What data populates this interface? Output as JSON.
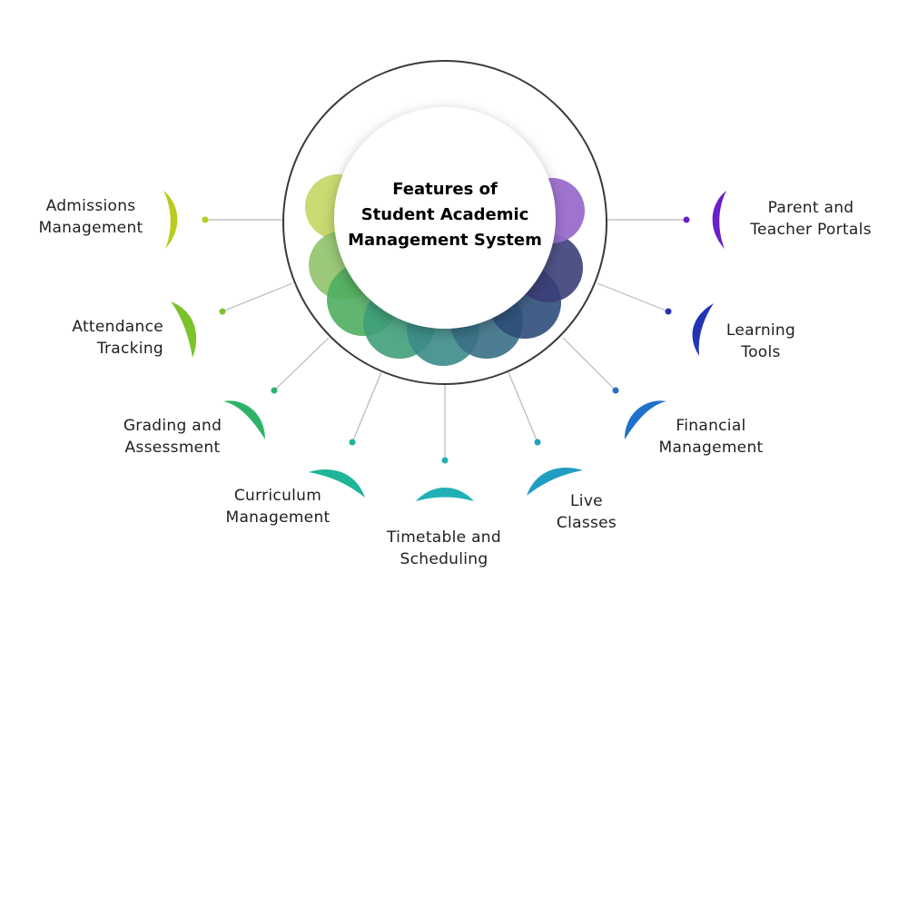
{
  "title": {
    "line1": "Features of",
    "line2": "Student Academic",
    "line3": "Management System"
  },
  "features": [
    {
      "key": "admissions",
      "line1": "Admissions",
      "line2": "Management",
      "color": "#b7cc1f"
    },
    {
      "key": "attendance",
      "line1": "Attendance",
      "line2": "Tracking",
      "color": "#7cc22b"
    },
    {
      "key": "grading",
      "line1": "Grading and",
      "line2": "Assessment",
      "color": "#2bb36a"
    },
    {
      "key": "curriculum",
      "line1": "Curriculum",
      "line2": "Management",
      "color": "#1fb597"
    },
    {
      "key": "timetable",
      "line1": "Timetable and",
      "line2": "Scheduling",
      "color": "#1fb1b5"
    },
    {
      "key": "live-classes",
      "line1": "Live",
      "line2": "Classes",
      "color": "#1f9ec2"
    },
    {
      "key": "financial",
      "line1": "Financial",
      "line2": "Management",
      "color": "#1f72c9"
    },
    {
      "key": "learning-tools",
      "line1": "Learning",
      "line2": "Tools",
      "color": "#2233b5"
    },
    {
      "key": "portals",
      "line1": "Parent and",
      "line2": "Teacher Portals",
      "color": "#6a1fc9"
    }
  ],
  "colors": {
    "ring": "#3a3a3a",
    "connector": "#b8b8b8",
    "petal_top_left": "#c6d96a",
    "petal_top_right": "#9a6dcc",
    "petal_bottom": "#2f6b7a"
  }
}
